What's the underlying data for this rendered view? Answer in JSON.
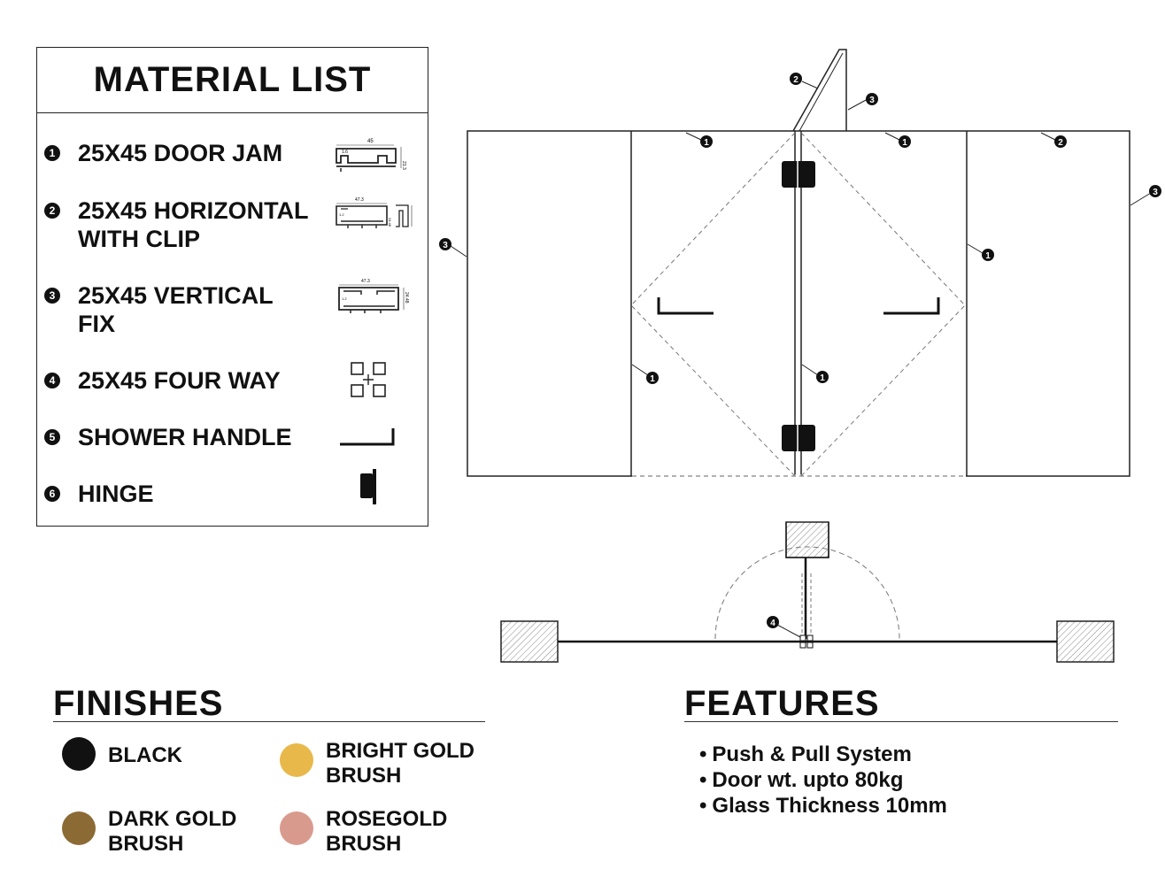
{
  "material_list": {
    "title": "MATERIAL LIST",
    "items": [
      {
        "num": "1",
        "lines": [
          "25X45 DOOR JAM"
        ],
        "icon": "door-jam-profile-icon",
        "dims": [
          "45",
          "1.6",
          "21.3"
        ]
      },
      {
        "num": "2",
        "lines": [
          "25X45 HORIZONTAL",
          "WITH CLIP"
        ],
        "icon": "horizontal-clip-profile-icon",
        "dims": [
          "47.3",
          "1.2",
          "24.48"
        ]
      },
      {
        "num": "3",
        "lines": [
          "25X45 VERTICAL",
          "FIX"
        ],
        "icon": "vertical-fix-profile-icon",
        "dims": [
          "47.3",
          "1.2",
          "24.48"
        ]
      },
      {
        "num": "4",
        "lines": [
          "25X45 FOUR WAY"
        ],
        "icon": "four-way-connector-icon"
      },
      {
        "num": "5",
        "lines": [
          "SHOWER HANDLE"
        ],
        "icon": "shower-handle-icon"
      },
      {
        "num": "6",
        "lines": [
          "HINGE"
        ],
        "icon": "hinge-icon"
      }
    ]
  },
  "elevation": {
    "callouts": [
      "2",
      "3",
      "1",
      "1",
      "2",
      "3",
      "3",
      "1",
      "1",
      "1"
    ]
  },
  "plan": {
    "callouts": [
      "4"
    ]
  },
  "finishes": {
    "title": "FINISHES",
    "items": [
      {
        "lines": [
          "BLACK"
        ],
        "color": "#111111"
      },
      {
        "lines": [
          "BRIGHT GOLD",
          "BRUSH"
        ],
        "color": "#e8b94a"
      },
      {
        "lines": [
          "DARK GOLD",
          "BRUSH"
        ],
        "color": "#8c6a34"
      },
      {
        "lines": [
          "ROSEGOLD",
          "BRUSH"
        ],
        "color": "#d99a8e"
      }
    ]
  },
  "features": {
    "title": "FEATURES",
    "items": [
      "Push & Pull System",
      "Door wt. upto 80kg",
      "Glass Thickness 10mm"
    ]
  }
}
